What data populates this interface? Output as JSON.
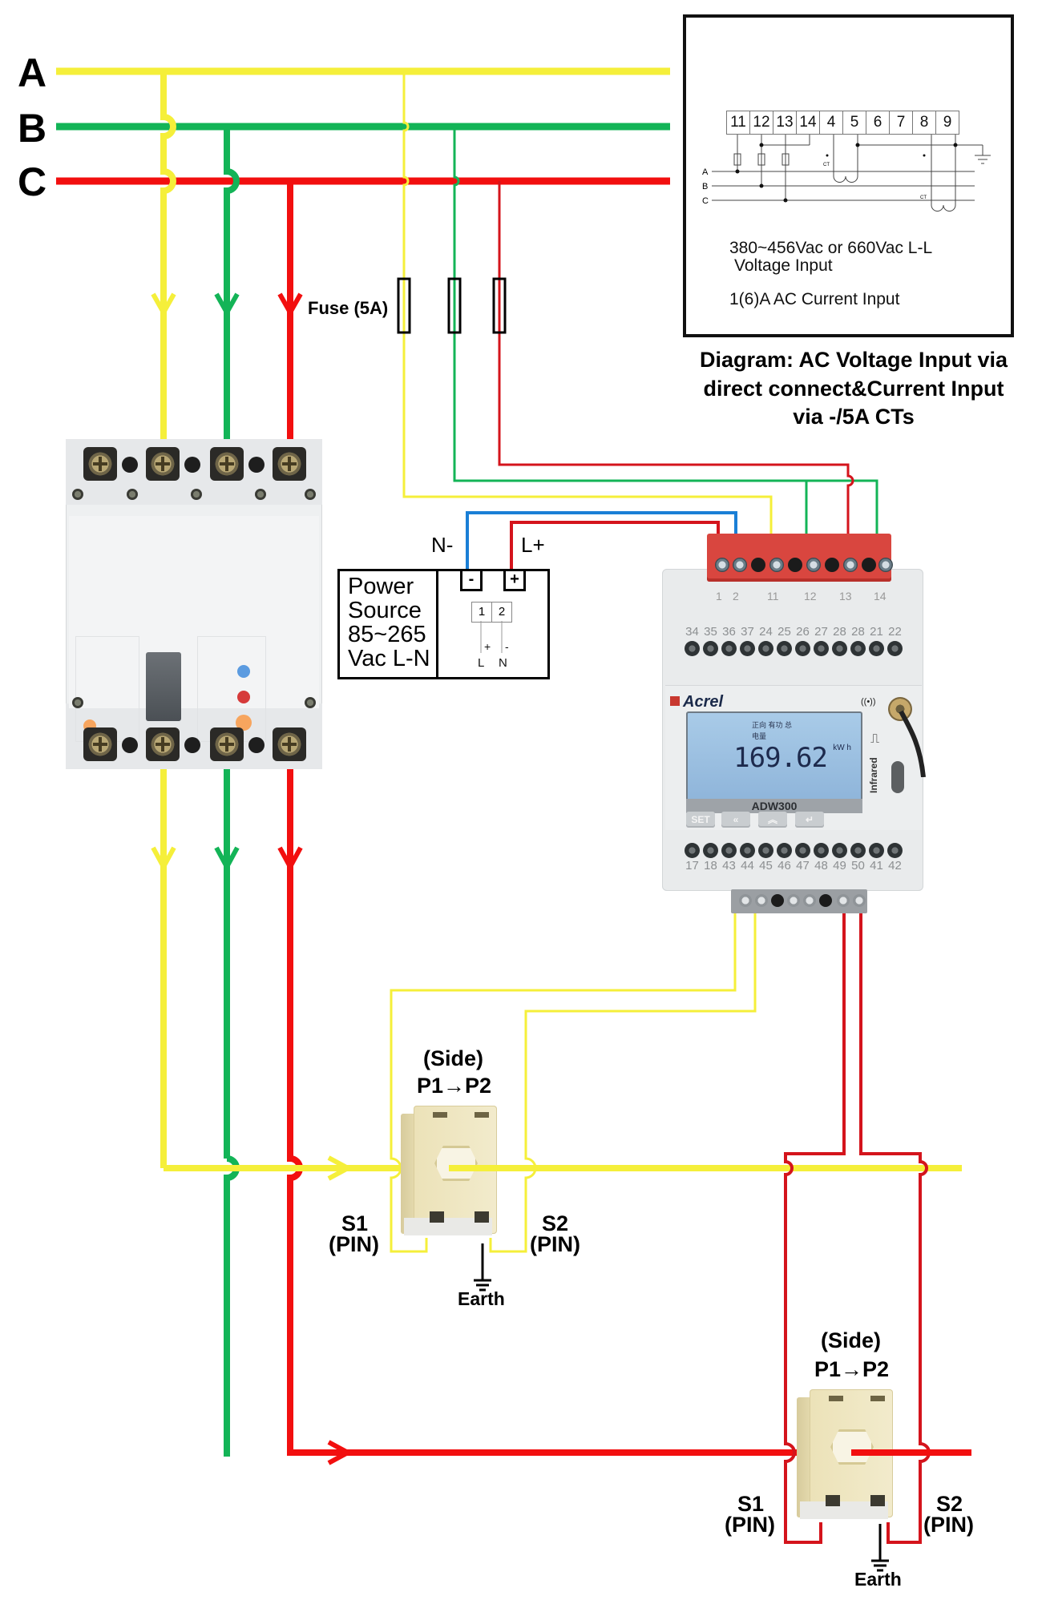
{
  "bus": {
    "phases": [
      {
        "label": "A",
        "color": "#f5ef3a"
      },
      {
        "label": "B",
        "color": "#13b457"
      },
      {
        "label": "C",
        "color": "#f20f0f"
      }
    ]
  },
  "fuse": {
    "label": "Fuse (5A)",
    "count": 3
  },
  "inset": {
    "terminals": [
      "11",
      "12",
      "13",
      "14",
      "4",
      "5",
      "6",
      "7",
      "8",
      "9"
    ],
    "phase_labels": [
      "A",
      "B",
      "C"
    ],
    "ct_label": "CT",
    "voltage_line1": "380~456Vac or 660Vac L-L",
    "voltage_line2": "Voltage Input",
    "current_line": "1(6)A AC Current Input"
  },
  "title": {
    "line1": "Diagram: AC Voltage Input via",
    "line2": "direct connect&Current Input",
    "line3": "via -/5A CTs"
  },
  "power_source": {
    "line1": "Power",
    "line2": "Source",
    "line3": "85~265",
    "line4": "Vac L-N",
    "neg_wire_label": "N-",
    "pos_wire_label": "L+",
    "neg_symbol": "-",
    "pos_symbol": "+",
    "mini_terminals": [
      "1",
      "2"
    ],
    "mini_polarity": [
      "+",
      "-"
    ],
    "mini_labels": [
      "L",
      "N"
    ],
    "neg_wire_color": "#1a7fd6",
    "pos_wire_color": "#d4141c"
  },
  "meter": {
    "brand": "Acrel",
    "model": "ADW300",
    "lcd_value": "169.62",
    "lcd_unit": "kW h",
    "lcd_cn_line1": "正向 有功  总",
    "lcd_cn_line2": "电量",
    "infrared_label": "Infrared",
    "pulse_icon": "⎍",
    "wireless_icon": "((•))",
    "buttons": [
      {
        "name": "set",
        "label": "SET"
      },
      {
        "name": "left",
        "label": "«"
      },
      {
        "name": "up",
        "label": "︽"
      },
      {
        "name": "enter",
        "label": "↵"
      }
    ],
    "top_terminal_labels": [
      "1",
      "2",
      "11",
      "12",
      "13",
      "14"
    ],
    "row2_labels": [
      "34",
      "35",
      "36",
      "37",
      "24",
      "25",
      "26",
      "27",
      "28",
      "28",
      "21",
      "22"
    ],
    "row3_labels": [
      "17",
      "18",
      "43",
      "44",
      "45",
      "46",
      "47",
      "48",
      "49",
      "50",
      "41",
      "42"
    ],
    "terminal_block_color": "#d9463f"
  },
  "ct1": {
    "side_label": "(Side)",
    "direction_label": "P1→P2",
    "s1_label": "S1",
    "s1_sub": "(PIN)",
    "s2_label": "S2",
    "s2_sub": "(PIN)",
    "earth_label": "Earth"
  },
  "ct2": {
    "side_label": "(Side)",
    "direction_label": "P1→P2",
    "s1_label": "S1",
    "s1_sub": "(PIN)",
    "s2_label": "S2",
    "s2_sub": "(PIN)",
    "earth_label": "Earth"
  }
}
